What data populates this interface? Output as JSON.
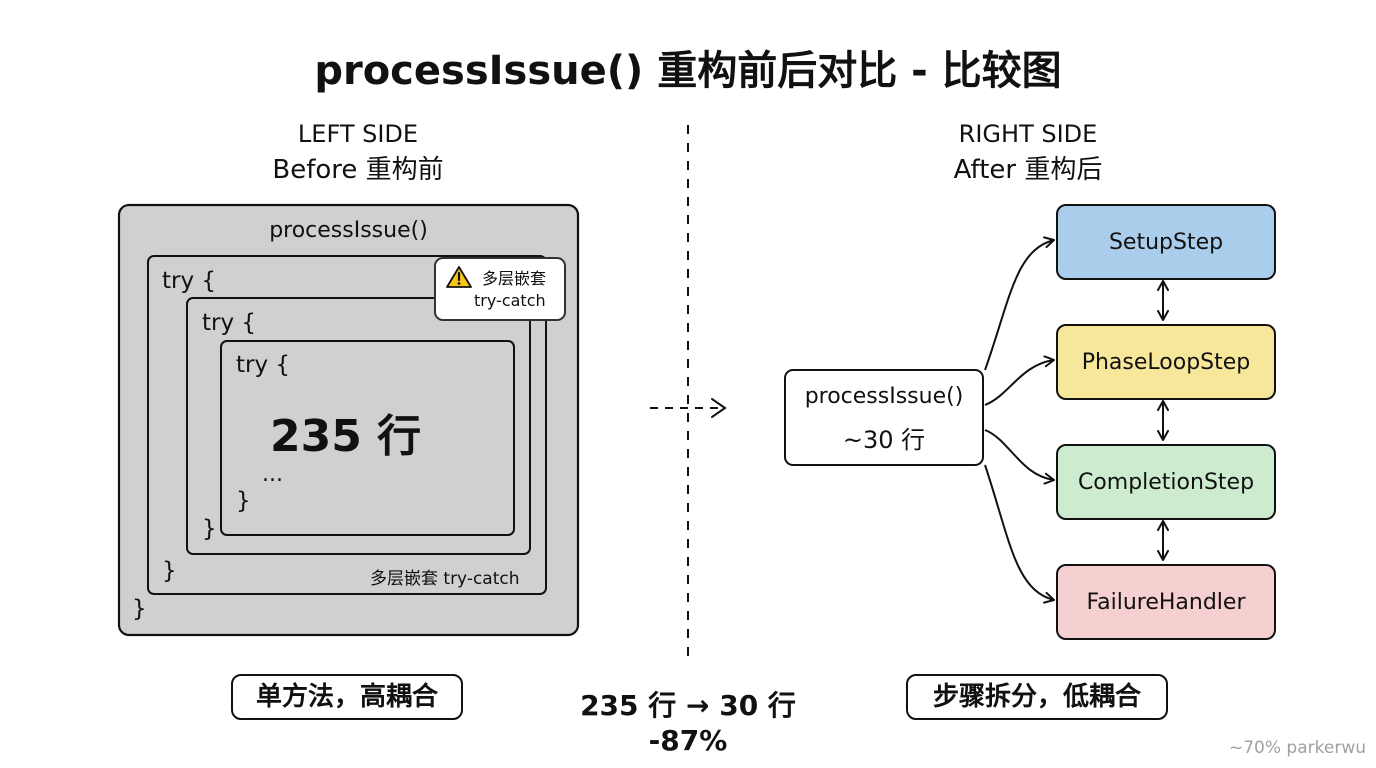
{
  "title": "processIssue() 重构前后对比 - 比较图",
  "left": {
    "heading": "LEFT SIDE",
    "subheading": "Before 重构前",
    "method": "processIssue()",
    "try1": "try {",
    "try2": "try {",
    "try3": "try {",
    "lines": "235 行",
    "ellipsis": "...",
    "close3": "}",
    "close2": "}",
    "close1": "}",
    "close0": "}",
    "warning_line1": "多层嵌套",
    "warning_line2": "try-catch",
    "nested_label": "多层嵌套 try-catch",
    "summary": "单方法，高耦合"
  },
  "center": {
    "change": "235 行 → 30 行",
    "percent": "-87%"
  },
  "right": {
    "heading": "RIGHT SIDE",
    "subheading": "After 重构后",
    "method_name": "processIssue()",
    "method_lines": "~30 行",
    "steps": [
      {
        "label": "SetupStep",
        "color": "#a9cdea"
      },
      {
        "label": "PhaseLoopStep",
        "color": "#f7e79a"
      },
      {
        "label": "CompletionStep",
        "color": "#cdeccf"
      },
      {
        "label": "FailureHandler",
        "color": "#f6d0d0"
      }
    ],
    "summary": "步骤拆分，低耦合"
  },
  "watermark": "~70% parkerwu"
}
